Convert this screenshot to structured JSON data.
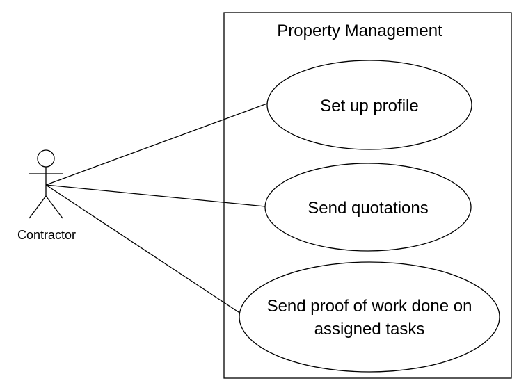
{
  "system": {
    "title": "Property Management"
  },
  "actor": {
    "name": "Contractor"
  },
  "use_cases": [
    {
      "lines": [
        "Set up profile"
      ]
    },
    {
      "lines": [
        "Send quotations"
      ]
    },
    {
      "lines": [
        "Send proof of work done on",
        "assigned tasks"
      ]
    }
  ],
  "colors": {
    "stroke": "#000000",
    "fill": "#ffffff"
  }
}
